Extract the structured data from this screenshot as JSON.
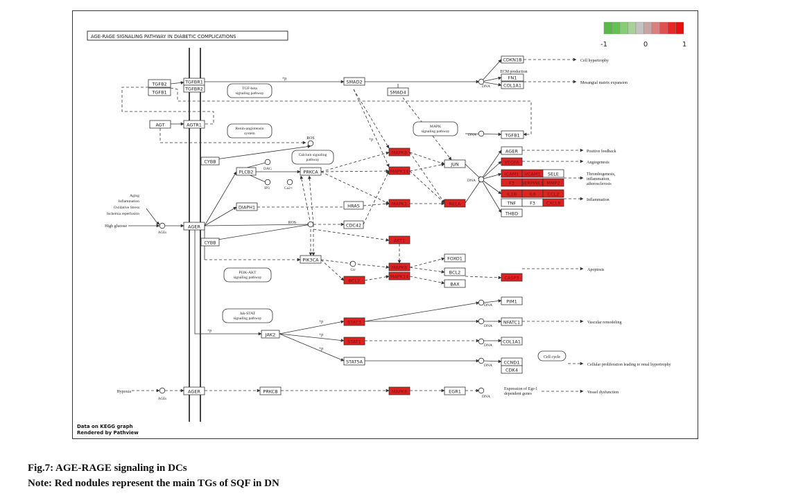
{
  "title": "AGE-RAGE SIGNALING PATHWAY IN DIABETIC COMPLICATIONS",
  "legend": {
    "min": "-1",
    "mid": "0",
    "max": "1",
    "colors": [
      "#55bb44",
      "#66c055",
      "#88cc77",
      "#aad09a",
      "#c2c2c2",
      "#c8a4a4",
      "#d88080",
      "#e05050",
      "#e82828",
      "#e80f0f"
    ]
  },
  "footer": {
    "line1": "Data on KEGG graph",
    "line2": "Rendered by Pathview"
  },
  "caption": {
    "line1": "Fig.7: AGE-RAGE signaling in DCs",
    "line2": "Note: Red nodules represent the main TGs of SQF in DN"
  },
  "colors": {
    "up": "#dd2222",
    "neutral": "#ffffff",
    "stroke": "#333333"
  },
  "nodes": [
    {
      "id": "TGFB2",
      "label": "TGFB2",
      "state": "none"
    },
    {
      "id": "TGFB1a",
      "label": "TGFB1",
      "state": "none"
    },
    {
      "id": "TGFBR1",
      "label": "TGFBR1",
      "state": "none"
    },
    {
      "id": "TGFBR2",
      "label": "TGFBR2",
      "state": "none"
    },
    {
      "id": "AGT",
      "label": "AGT",
      "state": "none"
    },
    {
      "id": "AGTR1",
      "label": "AGTR1",
      "state": "none"
    },
    {
      "id": "SMAD2",
      "label": "SMAD2",
      "state": "none"
    },
    {
      "id": "SMAD4",
      "label": "SMAD4",
      "state": "none"
    },
    {
      "id": "CDKN1B",
      "label": "CDKN1B",
      "state": "none"
    },
    {
      "id": "FN1",
      "label": "FN1",
      "state": "none"
    },
    {
      "id": "COL1A1a",
      "label": "COL1A1",
      "state": "none"
    },
    {
      "id": "TGFB1b",
      "label": "TGFB1",
      "state": "none"
    },
    {
      "id": "CYBBa",
      "label": "CYBB",
      "state": "none"
    },
    {
      "id": "PLCB2",
      "label": "PLCB2",
      "state": "none"
    },
    {
      "id": "PRKCA",
      "label": "PRKCA",
      "state": "none"
    },
    {
      "id": "MAPKa",
      "label": "MAPK8",
      "state": "up"
    },
    {
      "id": "MAPKb",
      "label": "MAPK14",
      "state": "up"
    },
    {
      "id": "JUN",
      "label": "JUN",
      "state": "none"
    },
    {
      "id": "AGER2",
      "label": "AGER",
      "state": "none"
    },
    {
      "id": "VEGFA",
      "label": "VEGFA",
      "state": "up"
    },
    {
      "id": "ICAM1",
      "label": "ICAM1",
      "state": "up"
    },
    {
      "id": "VCAM1",
      "label": "VCAM1",
      "state": "up"
    },
    {
      "id": "SELE",
      "label": "SELE",
      "state": "none"
    },
    {
      "id": "F3a",
      "label": "F3",
      "state": "up"
    },
    {
      "id": "SERPINE1",
      "label": "SERPINE1",
      "state": "up"
    },
    {
      "id": "MMP2",
      "label": "MMP2",
      "state": "up"
    },
    {
      "id": "IL1B",
      "label": "IL1B",
      "state": "up"
    },
    {
      "id": "IL6",
      "label": "IL6",
      "state": "up"
    },
    {
      "id": "CCL2",
      "label": "CCL2",
      "state": "up"
    },
    {
      "id": "TNF",
      "label": "TNF",
      "state": "none"
    },
    {
      "id": "F3b",
      "label": "F3",
      "state": "none"
    },
    {
      "id": "CXCL8",
      "label": "CXCL8",
      "state": "up"
    },
    {
      "id": "THBD",
      "label": "THBD",
      "state": "none"
    },
    {
      "id": "DIAPH1",
      "label": "DIAPH1",
      "state": "none"
    },
    {
      "id": "HRAS",
      "label": "HRAS",
      "state": "none"
    },
    {
      "id": "MAPK1",
      "label": "MAPK1",
      "state": "up"
    },
    {
      "id": "RELA",
      "label": "RELA",
      "state": "up"
    },
    {
      "id": "CDC42",
      "label": "CDC42",
      "state": "none"
    },
    {
      "id": "AGERm",
      "label": "AGER",
      "state": "none"
    },
    {
      "id": "CYBBb",
      "label": "CYBB",
      "state": "none"
    },
    {
      "id": "AKT1",
      "label": "AKT1",
      "state": "up"
    },
    {
      "id": "PIK3CA",
      "label": "PIK3CA",
      "state": "none"
    },
    {
      "id": "FOXO1",
      "label": "FOXO1",
      "state": "none"
    },
    {
      "id": "MAPK8b",
      "label": "MAPK8",
      "state": "up"
    },
    {
      "id": "BCL2",
      "label": "BCL2",
      "state": "none"
    },
    {
      "id": "MAPK14b",
      "label": "MAPK14",
      "state": "up"
    },
    {
      "id": "BAX",
      "label": "BAX",
      "state": "none"
    },
    {
      "id": "CASP3",
      "label": "CASP3",
      "state": "up"
    },
    {
      "id": "PIM1",
      "label": "PIM1",
      "state": "none"
    },
    {
      "id": "STAT3",
      "label": "STAT3",
      "state": "up"
    },
    {
      "id": "NFATC1",
      "label": "NFATC1",
      "state": "none"
    },
    {
      "id": "JAK2",
      "label": "JAK2",
      "state": "none"
    },
    {
      "id": "STAT1",
      "label": "STAT1",
      "state": "up"
    },
    {
      "id": "COL1A1b",
      "label": "COL1A1",
      "state": "none"
    },
    {
      "id": "STAT5A",
      "label": "STAT5A",
      "state": "none"
    },
    {
      "id": "CCND1",
      "label": "CCND1",
      "state": "none"
    },
    {
      "id": "CDK4",
      "label": "CDK4",
      "state": "none"
    },
    {
      "id": "AGERb",
      "label": "AGER",
      "state": "none"
    },
    {
      "id": "PRKCB",
      "label": "PRKCB",
      "state": "none"
    },
    {
      "id": "MAPK8c",
      "label": "MAPK8",
      "state": "up"
    },
    {
      "id": "EGR1",
      "label": "EGR1",
      "state": "none"
    },
    {
      "id": "BCL2b",
      "label": "BCL2",
      "state": "up"
    }
  ],
  "pathways": [
    {
      "id": "tgf",
      "line1": "TGF-beta",
      "line2": "signaling pathway"
    },
    {
      "id": "ras",
      "line1": "Renin-angiotensin",
      "line2": "system"
    },
    {
      "id": "calcium",
      "line1": "Calcium signaling",
      "line2": "pathway"
    },
    {
      "id": "mapk",
      "line1": "MAPK",
      "line2": "signaling pathway"
    },
    {
      "id": "pi3k",
      "line1": "PI3K-AKT",
      "line2": "signaling pathway"
    },
    {
      "id": "jak",
      "line1": "Jak-STAT",
      "line2": "signaling pathway"
    },
    {
      "id": "cellcycle",
      "line1": "Cell cycle",
      "line2": ""
    }
  ],
  "labels": {
    "aging": "Aging",
    "inflammation": "Inflammation",
    "oxidative": "Oxidative Stress",
    "ischemia": "Ischemia reperfusion",
    "hyperglycemia": "High glucose",
    "ages": "AGEs",
    "ages2": "AGEs",
    "hypoxia": "Hypoxia",
    "ros": "ROS",
    "ros2": "ROS",
    "dag": "DAG",
    "ip3": "IP3",
    "ca": "Ca2+",
    "ceramide": "Ctr",
    "ecm": "ECM production",
    "cellhyp": "Cell hypertrophy",
    "mesangial": "Mesangial matrix expansion",
    "posfb": "Positive feedback",
    "angio": "Angiogenesis",
    "thrombo1": "Thrombogenesis,",
    "thrombo2": "inflammation,",
    "thrombo3": "atherosclerosis",
    "inflam": "Inflammation",
    "apoptosis": "Apoptosis",
    "vascular": "Vascular remodeling",
    "prolif": "Cellular proliferation leading to renal hypertrophy",
    "expr1": "Expression of Egr-1",
    "expr2": "dependent genes",
    "vessel": "Vessel dysfunction",
    "dna": "DNA",
    "p": "+p"
  }
}
